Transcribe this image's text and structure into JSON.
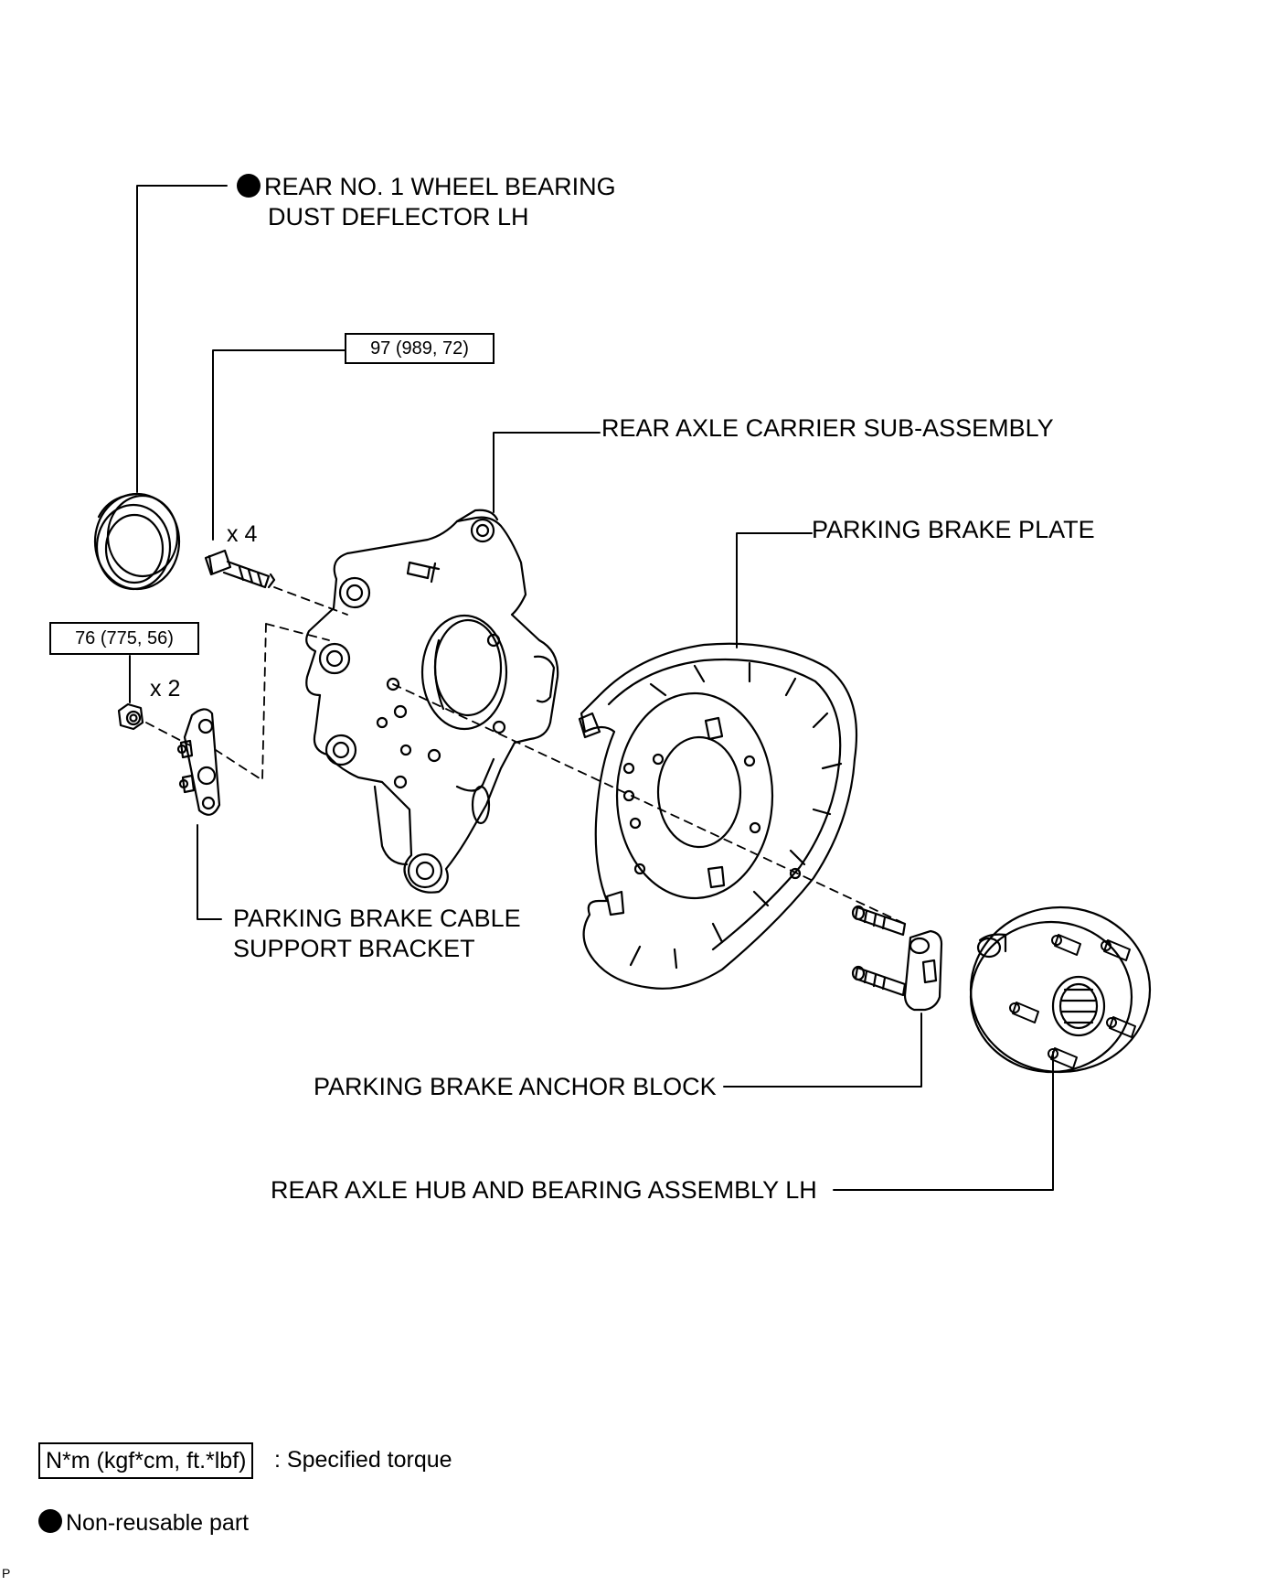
{
  "labels": {
    "dust_deflector_line1": "REAR NO. 1 WHEEL BEARING",
    "dust_deflector_line2": "DUST DEFLECTOR LH",
    "axle_carrier": "REAR AXLE CARRIER SUB-ASSEMBLY",
    "parking_brake_plate": "PARKING BRAKE PLATE",
    "cable_bracket_line1": "PARKING BRAKE CABLE",
    "cable_bracket_line2": "SUPPORT BRACKET",
    "anchor_block": "PARKING BRAKE ANCHOR BLOCK",
    "hub_bearing": "REAR AXLE HUB AND BEARING ASSEMBLY LH"
  },
  "torques": {
    "bolt": "97 (989, 72)",
    "nut": "76 (775, 56)"
  },
  "quantities": {
    "bolt": "x 4",
    "nut": "x 2"
  },
  "legend": {
    "torque_box": "N*m (kgf*cm, ft.*lbf)",
    "torque_desc": ": Specified torque",
    "non_reusable": "Non-reusable part"
  },
  "footer_code": "P"
}
